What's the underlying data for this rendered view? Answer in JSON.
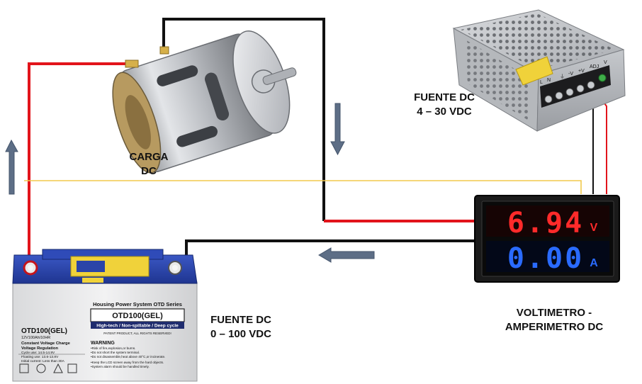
{
  "labels": {
    "load": {
      "line1": "CARGA",
      "line2": "DC"
    },
    "supply_dc": {
      "line1": "FUENTE DC",
      "line2": "4 – 30 VDC"
    },
    "battery_source": {
      "line1": "FUENTE DC",
      "line2": "0 – 100 VDC"
    },
    "meter": {
      "line1": "VOLTIMETRO -",
      "line2": "AMPERIMETRO DC"
    }
  },
  "meter_display": {
    "voltage": "6.94",
    "voltage_unit": "V",
    "current": "0.00",
    "current_unit": "A"
  },
  "battery": {
    "brand_header": "Housing Power System OTD Series",
    "model_badge": "OTD100(GEL)",
    "tagline": "High-tech / Non-spillable / Deep cycle",
    "patent": "PATENT PRODUCT, ALL RIGHTS RESERVED!",
    "model_side": "OTD100(GEL)",
    "rating": "12V100Ah/10HR",
    "charge_title": "Constant Voltage Charge",
    "regulation_title": "Voltage Regulation",
    "cycle_use": "Cycle use: 14.5-14.9V",
    "floating_use": "Floating use: 13.6-13.8V",
    "initial_current": "Initial current: Less than 30A",
    "warning_title": "WARNING",
    "warnings": [
      "•Risk of fire,explosion,or burns.",
      "•Do not short the system terminal.",
      "•Do not disassemble,heat above 40°C,or incinerate.",
      "•Keep the LCD screen away from the hard objects.",
      "•System alarm should be handled timely."
    ]
  },
  "psu_terminals": [
    "L",
    "N",
    "⏚",
    "-V",
    "+V",
    "ADJ",
    "V"
  ],
  "colors": {
    "wire_red": "#e2141b",
    "wire_black": "#111111",
    "wire_yellow": "#f2c94c",
    "arrow_fill": "#5d6e86",
    "display_red": "#ff2a2a",
    "display_blue": "#2a6bff",
    "battery_blue": "#2a44a8",
    "battery_yellow": "#f0d23a"
  },
  "icons": [
    "arrow-up-icon",
    "arrow-down-icon",
    "arrow-left-icon"
  ]
}
